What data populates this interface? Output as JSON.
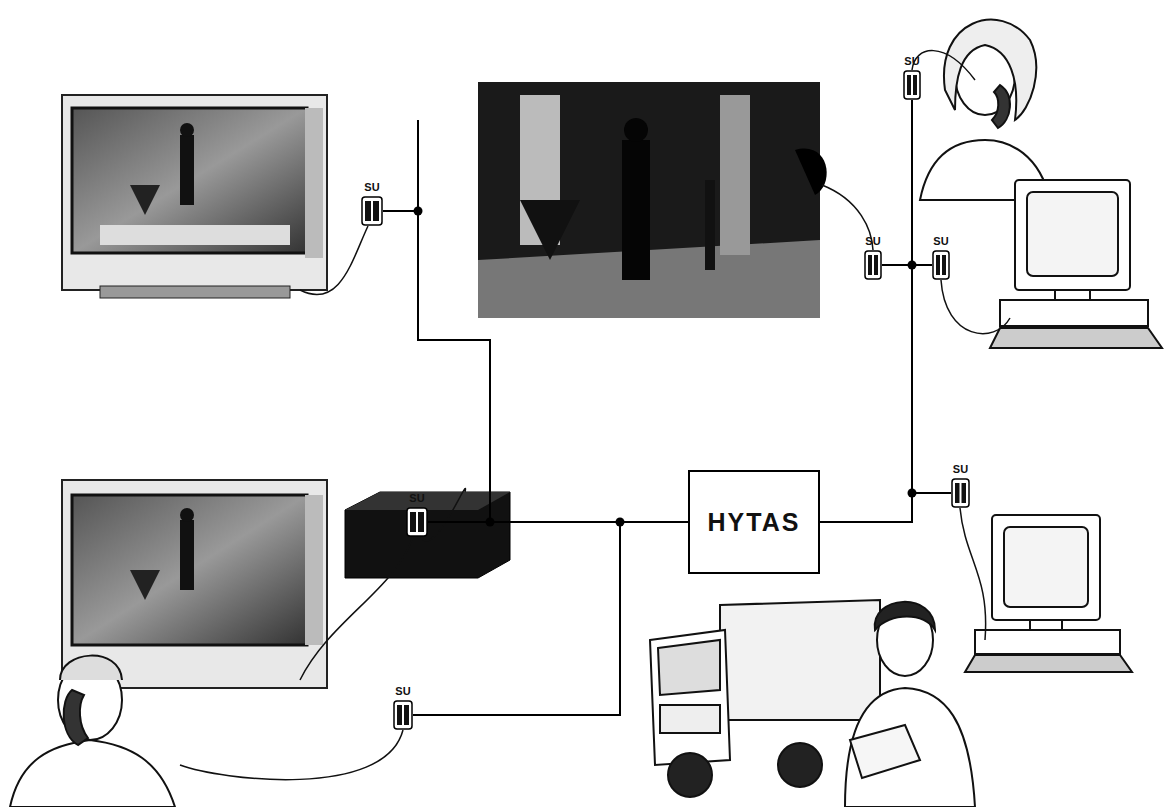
{
  "diagram": {
    "nodes": [
      {
        "text": [
          "SU"
        ]
      },
      {
        "text": [
          "SU"
        ]
      },
      {
        "text": [
          "SU"
        ]
      },
      {
        "text": [
          "SU"
        ]
      },
      {
        "text": [
          "SU"
        ]
      },
      {
        "text": [
          "SU"
        ]
      },
      {
        "text": [
          "HYTAS"
        ]
      },
      {
        "text": [
          "SU"
        ]
      }
    ],
    "edges": [
      {
        "from": 0,
        "to": 6,
        "arrow": "none"
      },
      {
        "from": 1,
        "to": 6,
        "arrow": "none"
      },
      {
        "from": 2,
        "to": 6,
        "arrow": "none"
      },
      {
        "from": 3,
        "to": 6,
        "arrow": "none"
      },
      {
        "from": 4,
        "to": 6,
        "arrow": "none"
      },
      {
        "from": 5,
        "to": 6,
        "arrow": "none"
      },
      {
        "from": 7,
        "to": 6,
        "arrow": "none"
      }
    ]
  }
}
